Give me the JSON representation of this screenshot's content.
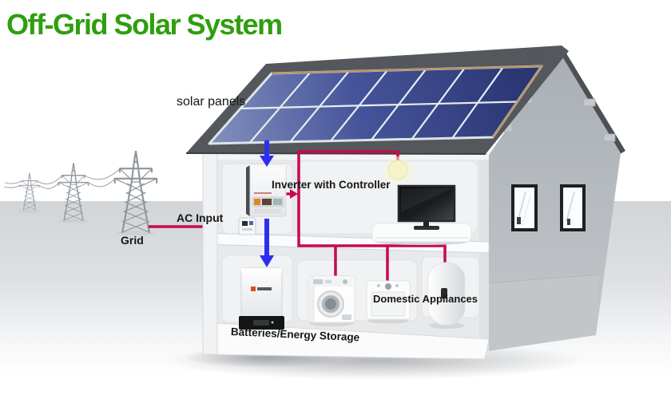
{
  "title": {
    "text": "Off-Grid Solar System"
  },
  "labels": {
    "solar_panels": "solar panels",
    "inverter": "Inverter with Controller",
    "ac_input": "AC Input",
    "grid": "Grid",
    "domestic_appliances": "Domestic Appliances",
    "batteries": "Batteries/Energy Storage"
  },
  "colors": {
    "title_green": "#2f9e0f",
    "ac_wire_crimson": "#c60b4e",
    "dc_arrow_blue": "#2e2ef0",
    "roof_dark": "#54575b",
    "panel_blue": "#45549a",
    "ground_gray": "#d4d6d9"
  },
  "diagram": {
    "type": "energy-flow-diagram",
    "components": [
      {
        "id": "grid",
        "label": "Grid",
        "depiction": "three lattice transmission towers with sagging wires"
      },
      {
        "id": "solar-panels",
        "label": "solar panels",
        "array_rows": 2,
        "array_columns": 7
      },
      {
        "id": "inverter",
        "label": "Inverter with Controller",
        "depiction": "wall-mounted inverter unit"
      },
      {
        "id": "ac-input",
        "label": "AC Input",
        "depiction": "wall socket on house exterior"
      },
      {
        "id": "batteries",
        "label": "Batteries/Energy Storage",
        "depiction": "wall battery cabinet with black base"
      },
      {
        "id": "domestic-appliances",
        "label": "Domestic Appliances",
        "depiction": "washing machine, dryer, water heater, TV on console, ceiling light bulb"
      }
    ],
    "flows": [
      {
        "from": "solar-panels",
        "to": "inverter",
        "style": "blue-dc-arrow"
      },
      {
        "from": "inverter",
        "to": "batteries",
        "style": "blue-dc-arrow"
      },
      {
        "from": "grid",
        "to": "ac-input",
        "style": "crimson-ac-arrow"
      },
      {
        "from": "inverter",
        "to": "domestic-appliances",
        "style": "crimson-ac-wire"
      }
    ]
  }
}
